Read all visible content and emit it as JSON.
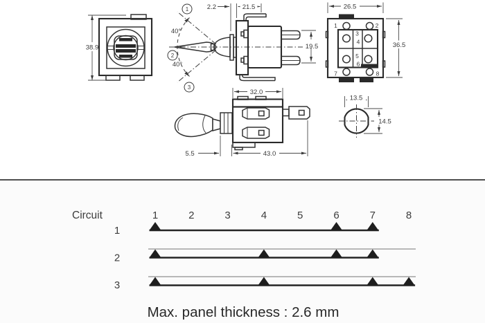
{
  "colors": {
    "ink": "#2a2a2a",
    "background": "#ffffff",
    "divider": "#4e4e4e",
    "triangle": "#1e1e1e"
  },
  "drawings": {
    "front_view": {
      "dim_height": "38.9"
    },
    "throw_view": {
      "angle_upper": "40°",
      "angle_lower": "40°",
      "position_labels": [
        "1",
        "2",
        "3"
      ]
    },
    "top_view": {
      "dim_bushing": "2.2",
      "dim_body_length": "21.5",
      "dim_body_height": "19.5"
    },
    "back_view": {
      "dim_width": "26.5",
      "dim_height": "36.5",
      "terminal_labels": [
        "1",
        "2",
        "3",
        "4",
        "5",
        "6",
        "7",
        "8"
      ]
    },
    "side_view": {
      "dim_body_length": "32.0",
      "dim_lever_offset": "5.5",
      "dim_total_length": "43.0"
    },
    "panel_hole": {
      "dim_width": "13.5",
      "dim_height": "14.5"
    }
  },
  "circuit_table": {
    "header": "Circuit",
    "positions": [
      "1",
      "2",
      "3",
      "4",
      "5",
      "6",
      "7",
      "8"
    ],
    "rows": [
      {
        "label": "1",
        "markers": [
          1,
          6,
          7
        ],
        "line": [
          1,
          7
        ],
        "separator_above": false
      },
      {
        "label": "2",
        "markers": [
          1,
          4,
          6,
          7
        ],
        "line": [
          1,
          7
        ],
        "separator_above": true
      },
      {
        "label": "3",
        "markers": [
          1,
          4,
          7,
          8
        ],
        "line": [
          1,
          8
        ],
        "separator_above": true
      }
    ]
  },
  "footer": {
    "caption": "Max. panel thickness : 2.6 mm"
  }
}
